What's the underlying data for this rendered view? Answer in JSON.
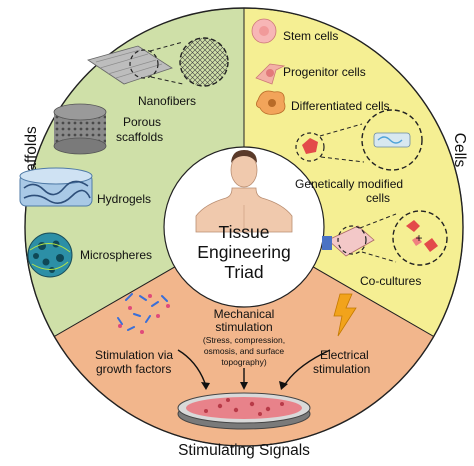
{
  "sections": {
    "scaffolds": {
      "title": "Scaffolds",
      "color": "#cfe0a8",
      "items": [
        "Nanofibers",
        "Porous",
        "scaffolds",
        "Hydrogels",
        "Microspheres"
      ]
    },
    "cells": {
      "title": "Cells",
      "color": "#f5ef93",
      "items": [
        "Stem cells",
        "Progenitor cells",
        "Differentiated cells",
        "Genetically modified",
        "cells",
        "Co-cultures"
      ]
    },
    "signals": {
      "title": "Stimulating Signals",
      "color": "#f2b68c",
      "growth": [
        "Stimulation via",
        "growth factors"
      ],
      "mechanical": [
        "Mechanical",
        "stimulation"
      ],
      "mechanical_detail": [
        "(Stress, compression,",
        "osmosis, and surface",
        "topography)"
      ],
      "electrical": [
        "Electrical",
        "stimulation"
      ]
    }
  },
  "center": {
    "title_lines": [
      "Tissue",
      "Engineering",
      "Triad"
    ]
  },
  "colors": {
    "outline": "#222222",
    "dashed_ring": "#333333",
    "center_bg": "#ffffff",
    "bolt": "#f2a31b",
    "cell_red": "#e34a4a",
    "stem_pink": "#f7b6b6"
  }
}
